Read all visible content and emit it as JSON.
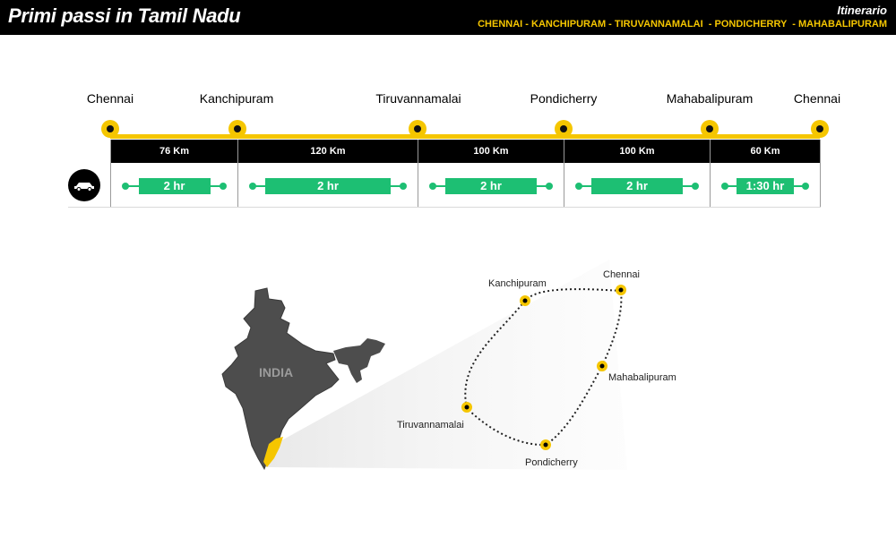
{
  "header": {
    "title": "Primi passi in Tamil Nadu",
    "section": "Itinerario",
    "route": "CHENNAI - KANCHIPURAM - TIRUVANNAMALAI  - PONDICHERRY  - MAHABALIPURAM"
  },
  "timeline": {
    "stops": [
      "Chennai",
      "Kanchipuram",
      "Tiruvannamalai",
      "Pondicherry",
      "Mahabalipuram",
      "Chennai"
    ],
    "segments": [
      {
        "distance": "76 Km",
        "duration": "2 hr"
      },
      {
        "distance": "120 Km",
        "duration": "2 hr"
      },
      {
        "distance": "100 Km",
        "duration": "2 hr"
      },
      {
        "distance": "100 Km",
        "duration": "2 hr"
      },
      {
        "distance": "60 Km",
        "duration": "1:30 hr"
      }
    ],
    "transport_icon": "car-icon"
  },
  "map": {
    "country_label": "INDIA",
    "places": [
      "Kanchipuram",
      "Chennai",
      "Mahabalipuram",
      "Tiruvannamalai",
      "Pondicherry"
    ]
  },
  "colors": {
    "accent": "#f5c600",
    "duration": "#1dbf73",
    "header_bg": "#000000",
    "map_land": "#4d4d4d"
  }
}
